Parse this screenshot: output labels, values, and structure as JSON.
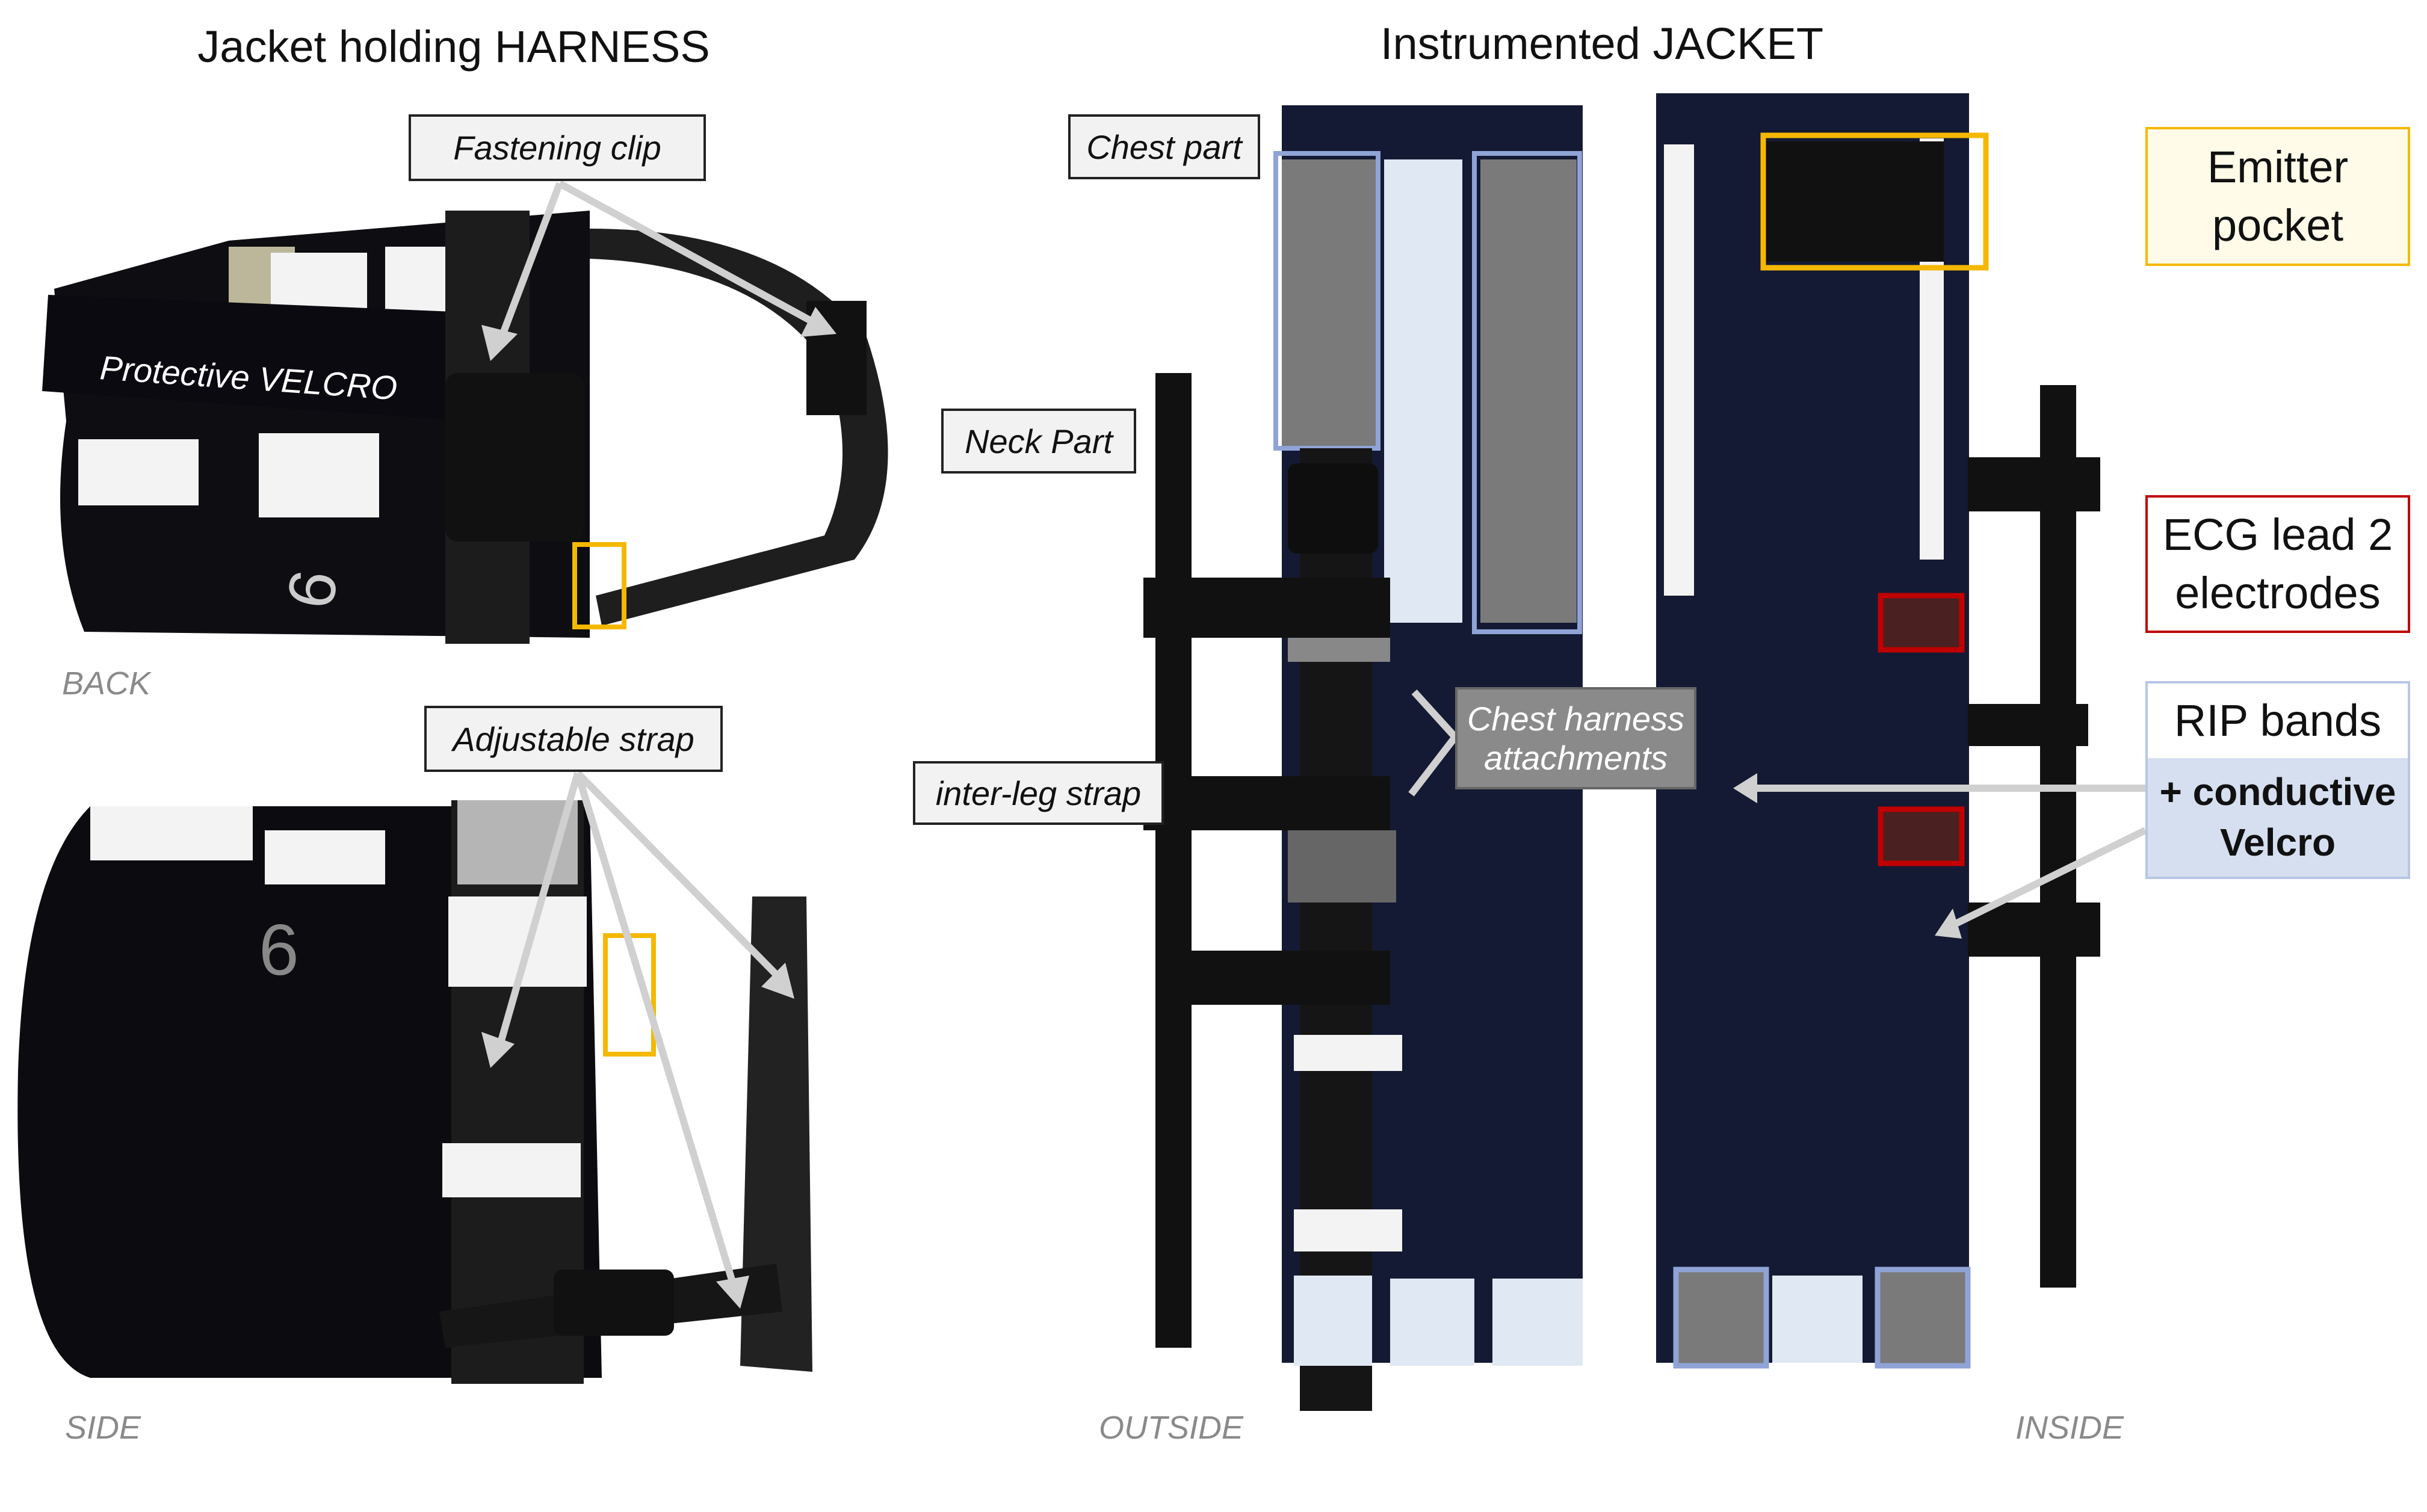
{
  "titles": {
    "left": "Jacket holding HARNESS",
    "right": "Instrumented JACKET"
  },
  "labels": {
    "fastening_clip": "Fastening clip",
    "adjustable_strap": "Adjustable strap",
    "chest_part": "Chest part",
    "neck_part": "Neck Part",
    "inter_leg_strap": "inter-leg strap",
    "chest_harness_line1": "Chest harness",
    "chest_harness_line2": "attachments",
    "protective_velcro": "Protective VELCRO",
    "dog_number": "6"
  },
  "captions": {
    "back": "BACK",
    "side": "SIDE",
    "outside": "OUTSIDE",
    "inside": "INSIDE"
  },
  "legend": {
    "emitter_line1": "Emitter",
    "emitter_line2": "pocket",
    "ecg_line1": "ECG lead 2",
    "ecg_line2": "electrodes",
    "rip": "RIP bands",
    "velcro_line1": "+ conductive",
    "velcro_line2": "Velcro"
  },
  "colors": {
    "emitter": "#f5b800",
    "ecg": "#c00000",
    "rip": "#8fa3d6",
    "jacket": "#141a33",
    "arrow": "#d0d0d0"
  }
}
